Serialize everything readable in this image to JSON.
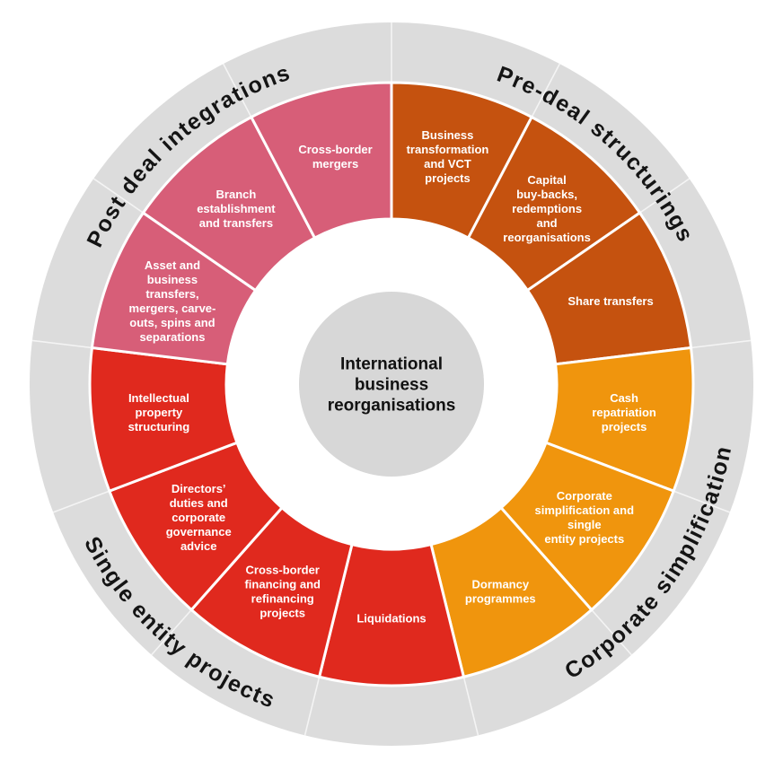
{
  "diagram": {
    "center": {
      "title": "International business reorganisations",
      "lines": [
        "International",
        "business",
        "reorganisations"
      ]
    },
    "colors": {
      "background": "#FFFFFF",
      "outer_ring": "#DCDCDC",
      "center_circle": "#D7D7D7",
      "separator": "#FFFFFF",
      "category_text": "#141414",
      "segment_text": "#FFFFFF",
      "pre_deal": "#C5520F",
      "corporate_simplification": "#F0950D",
      "single_entity": "#E0291E",
      "post_deal": "#D75E78"
    },
    "categories": [
      {
        "id": "pre-deal-structurings",
        "label": "Pre-deal structurings",
        "color": "#C5520F",
        "segments": [
          {
            "label": "Business transformation and VCT projects",
            "lines": [
              "Business",
              "transformation",
              "and VCT",
              "projects"
            ]
          },
          {
            "label": "Capital buy-backs, redemptions and reorganisations",
            "lines": [
              "Capital",
              "buy-backs,",
              "redemptions",
              "and",
              "reorganisations"
            ]
          },
          {
            "label": "Share transfers",
            "lines": [
              "Share transfers"
            ]
          }
        ]
      },
      {
        "id": "corporate-simplification",
        "label": "Corporate simplification",
        "color": "#F0950D",
        "segments": [
          {
            "label": "Cash repatriation projects",
            "lines": [
              "Cash",
              "repatriation",
              "projects"
            ]
          },
          {
            "label": "Corporate simplification and single entity projects",
            "lines": [
              "Corporate",
              "simplification and",
              "single",
              "entity projects"
            ]
          },
          {
            "label": "Dormancy programmes",
            "lines": [
              "Dormancy",
              "programmes"
            ]
          }
        ]
      },
      {
        "id": "single-entity-projects",
        "label": "Single entity projects",
        "color": "#E0291E",
        "segments": [
          {
            "label": "Liquidations",
            "lines": [
              "Liquidations"
            ]
          },
          {
            "label": "Cross-border financing and refinancing projects",
            "lines": [
              "Cross-border",
              "financing and",
              "refinancing",
              "projects"
            ]
          },
          {
            "label": "Directors’ duties and corporate governance advice",
            "lines": [
              "Directors’",
              "duties and",
              "corporate",
              "governance",
              "advice"
            ]
          },
          {
            "label": "Intellectual property structuring",
            "lines": [
              "Intellectual",
              "property",
              "structuring"
            ]
          }
        ]
      },
      {
        "id": "post-deal-integrations",
        "label": "Post deal integrations",
        "color": "#D75E78",
        "segments": [
          {
            "label": "Asset and business transfers, mergers, carve-outs, spins and separations",
            "lines": [
              "Asset and",
              "business",
              "transfers,",
              "mergers, carve-",
              "outs, spins and",
              "separations"
            ]
          },
          {
            "label": "Branch establishment and transfers",
            "lines": [
              "Branch",
              "establishment",
              "and transfers"
            ]
          },
          {
            "label": "Cross-border mergers",
            "lines": [
              "Cross-border",
              "mergers"
            ]
          }
        ]
      }
    ]
  }
}
